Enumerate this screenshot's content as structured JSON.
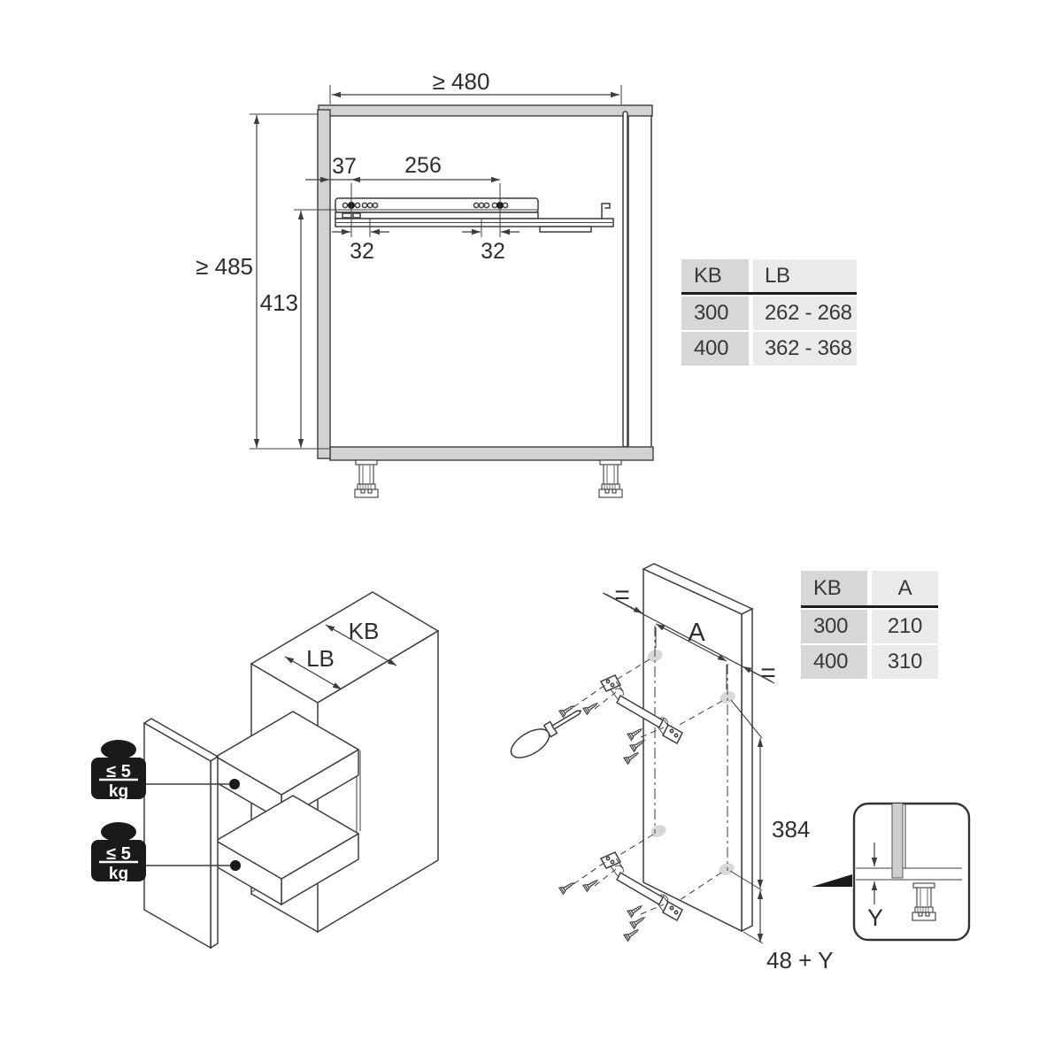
{
  "top_view": {
    "width_min": "≥ 480",
    "height_min": "≥ 485",
    "rail_height": "413",
    "front_offset": "37",
    "hole_span": "256",
    "hole_pitch_left": "32",
    "hole_pitch_right": "32"
  },
  "rail_table": {
    "headers": [
      "KB",
      "LB"
    ],
    "rows": [
      [
        "300",
        "262 - 268"
      ],
      [
        "400",
        "362 - 368"
      ]
    ]
  },
  "pullout_view": {
    "carcase_width_label": "KB",
    "clear_width_label": "LB",
    "upper_load": {
      "limit": "≤ 5",
      "unit": "kg"
    },
    "lower_load": {
      "limit": "≤ 5",
      "unit": "kg"
    }
  },
  "panel_view": {
    "equal_left": "=",
    "equal_right": "=",
    "hole_distance_label": "A",
    "row_spacing": "384",
    "bottom_offset": "48 + Y"
  },
  "panel_table": {
    "headers": [
      "KB",
      "A"
    ],
    "rows": [
      [
        "300",
        "210"
      ],
      [
        "400",
        "310"
      ]
    ]
  },
  "detail_view": {
    "gap_label": "Y"
  }
}
